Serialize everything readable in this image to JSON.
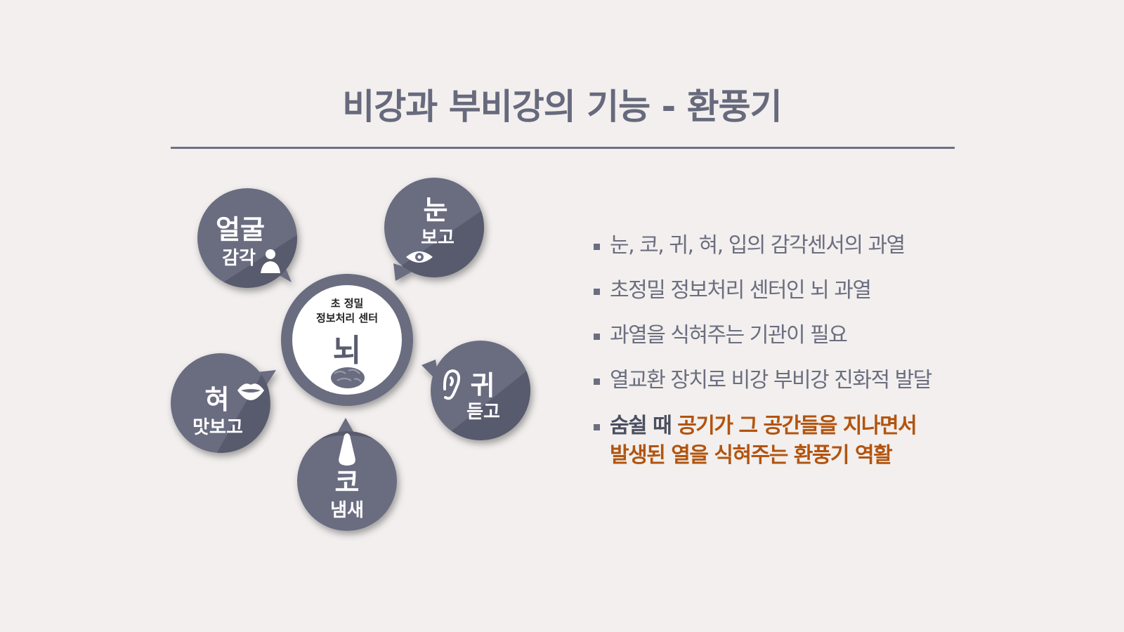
{
  "title": "비강과 부비강의 기능 - 환풍기",
  "diagram": {
    "center": {
      "line1": "초 정밀",
      "line2": "정보처리 센터",
      "main": "뇌",
      "icon": "brain-icon"
    },
    "bubbles": [
      {
        "id": "face",
        "title": "얼굴",
        "subtitle": "감각",
        "icon": "person-icon"
      },
      {
        "id": "eye",
        "title": "눈",
        "subtitle": "보고",
        "icon": "eye-icon"
      },
      {
        "id": "ear",
        "title": "귀",
        "subtitle": "듣고",
        "icon": "ear-icon"
      },
      {
        "id": "nose",
        "title": "코",
        "subtitle": "냄새",
        "icon": "nose-icon"
      },
      {
        "id": "tongue",
        "title": "혀",
        "subtitle": "맛보고",
        "icon": "lips-icon"
      }
    ]
  },
  "bullets": [
    "눈, 코, 귀, 혀, 입의 감각센서의 과열",
    "초정밀 정보처리 센터인 뇌 과열",
    "과열을 식혀주는 기관이 필요",
    "열교환 장치로 비강 부비강 진화적 발달"
  ],
  "last_bullet": {
    "prefix": "숨쉴 때 ",
    "highlight_1": "공기가 그 공간들을 지나면서",
    "highlight_2": "발생된 열을 식혀주는 환풍기 역활"
  },
  "colors": {
    "bubble": "#6a6c80",
    "bubble_shadow": "#55586b",
    "title": "#676a7c",
    "accent": "#b2540f"
  }
}
